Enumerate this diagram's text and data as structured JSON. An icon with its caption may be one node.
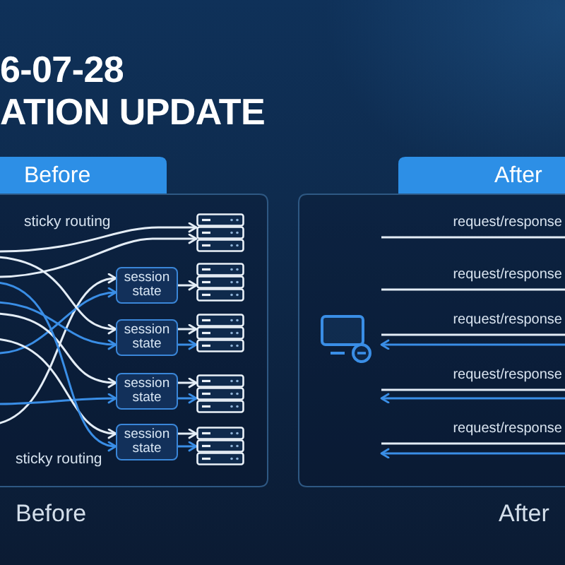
{
  "diagram": {
    "title": "6-07-28 ATION UPDATE",
    "nodes": [
      {
        "text": [
          "Before"
        ],
        "beside": [
          "Before"
        ]
      },
      {
        "text": [],
        "shape": "picture",
        "in": 0
      },
      {
        "text": [
          "session state"
        ],
        "in": 0
      },
      {
        "text": [],
        "shape": "picture",
        "in": 0
      },
      {
        "text": [
          "session state"
        ],
        "in": 0
      },
      {
        "text": [],
        "shape": "picture",
        "in": 0
      },
      {
        "text": [
          "session state"
        ],
        "in": 0
      },
      {
        "text": [],
        "shape": "picture",
        "in": 0
      },
      {
        "text": [
          "session state"
        ],
        "in": 0
      },
      {
        "text": [],
        "shape": "picture",
        "in": 0
      },
      {
        "text": [
          "After"
        ],
        "beside": [
          "After"
        ]
      }
    ],
    "edges": [
      {
        "from": null,
        "to": 1,
        "arrow": "to"
      },
      {
        "from": null,
        "to": 1,
        "arrow": "to"
      },
      {
        "from": null,
        "to": 2,
        "arrow": "to"
      },
      {
        "from": null,
        "to": 2,
        "arrow": "to",
        "color": "#3a8ee6"
      },
      {
        "from": 2,
        "to": 3,
        "arrow": "to"
      },
      {
        "from": null,
        "to": 4,
        "arrow": "to"
      },
      {
        "from": null,
        "to": 4,
        "arrow": "to",
        "color": "#3a8ee6"
      },
      {
        "from": 4,
        "to": 5,
        "arrow": "to"
      },
      {
        "from": 4,
        "to": 5,
        "arrow": "to",
        "color": "#3a8ee6"
      },
      {
        "from": null,
        "to": 6,
        "arrow": "to"
      },
      {
        "from": null,
        "to": 6,
        "arrow": "to",
        "color": "#3a8ee6"
      },
      {
        "from": 6,
        "to": 7,
        "arrow": "to"
      },
      {
        "from": 6,
        "to": 7,
        "arrow": "to",
        "color": "#3a8ee6"
      },
      {
        "from": null,
        "to": 8,
        "arrow": "to"
      },
      {
        "from": null,
        "to": 8,
        "arrow": "to",
        "color": "#3a8ee6"
      },
      {
        "from": 8,
        "to": 9,
        "arrow": "to"
      },
      {
        "from": 8,
        "to": 9,
        "arrow": "to",
        "color": "#3a8ee6"
      }
    ],
    "labels": [
      "sticky routing",
      "sticky routing",
      "request/response",
      "request/response",
      "request/response",
      "request/response",
      "request/response"
    ]
  }
}
